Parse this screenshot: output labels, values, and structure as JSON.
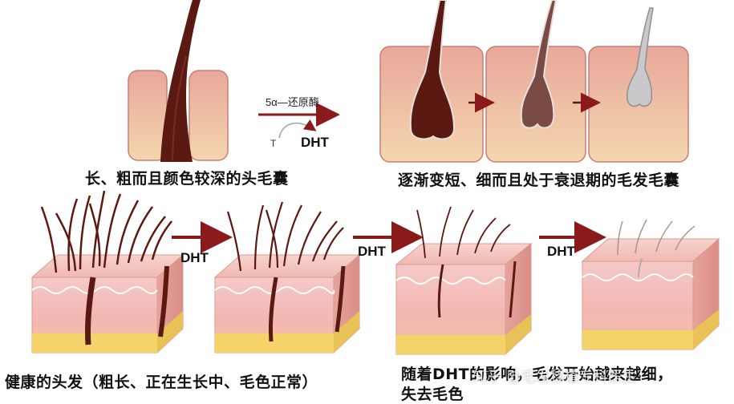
{
  "colors": {
    "follicle_pink": "#f2a9a0",
    "follicle_wall": "#e9b7a3",
    "hair_dark": "#5a1a12",
    "arrow": "#8b1a1a",
    "fat_yellow": "#f4d36a"
  },
  "top_left": {
    "caption": "长、粗而且颜色较深的头毛囊"
  },
  "conversion": {
    "enzyme_label": "5α—还原酶",
    "t_label": "T",
    "product_label": "DHT"
  },
  "top_right": {
    "caption": "逐渐变短、细而且处于衰退期的毛发毛囊"
  },
  "bottom": {
    "dht_labels": [
      "DHT",
      "DHT",
      "DHT"
    ],
    "caption_left": "健康的头发（粗长、正在生长中、毛色正常）",
    "caption_right_line1": "随着DHT的影响，毛发开始越来越细，",
    "caption_right_line2": "失去毛色"
  },
  "watermark": "知乎 @毛发移植专科医生"
}
